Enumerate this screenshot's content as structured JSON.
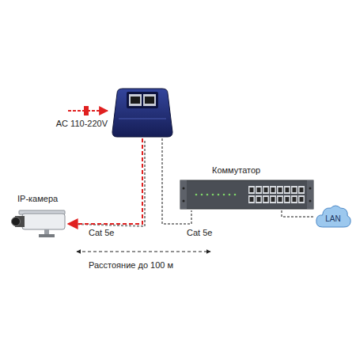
{
  "diagram": {
    "nodes": [
      {
        "text": [
          "AC 110-220V"
        ]
      },
      {
        "text": [
          "IP-камера"
        ]
      },
      {
        "text": [
          "Коммутатор"
        ]
      },
      {
        "text": [
          "LAN"
        ]
      }
    ],
    "edges": [
      {
        "from": 0,
        "to": 1,
        "label": "Cat 5e",
        "arrow": "to"
      },
      {
        "from": 0,
        "to": 2,
        "label": "Cat 5e",
        "arrow": "none"
      },
      {
        "from": 2,
        "to": 3,
        "arrow": "none"
      }
    ],
    "labels": [
      "Расстояние до 100 м"
    ]
  }
}
